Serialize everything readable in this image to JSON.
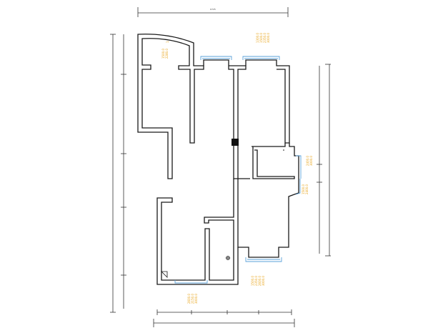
{
  "colors": {
    "wall": "#1a1a1a",
    "window": "#5aa0d8",
    "annotation": "#e8a317",
    "background": "#ffffff"
  },
  "dimensions": {
    "top_overall": "6725"
  },
  "annotations": {
    "top_left_room": [
      "1500.0",
      "2280.0"
    ],
    "top_right_window": [
      "1300.0",
      "1500.0",
      "2350.0",
      "3000.0"
    ],
    "right_side_upper": [
      "2400.0",
      "3000.0"
    ],
    "right_side_middle": [
      "1500.0",
      "2400.0"
    ],
    "bottom_right_window": [
      "1500.0",
      "2350.0",
      "2600.0",
      "3000.0"
    ],
    "bottom_left_window": [
      "2600.0",
      "2150.0",
      "3000.0"
    ]
  }
}
